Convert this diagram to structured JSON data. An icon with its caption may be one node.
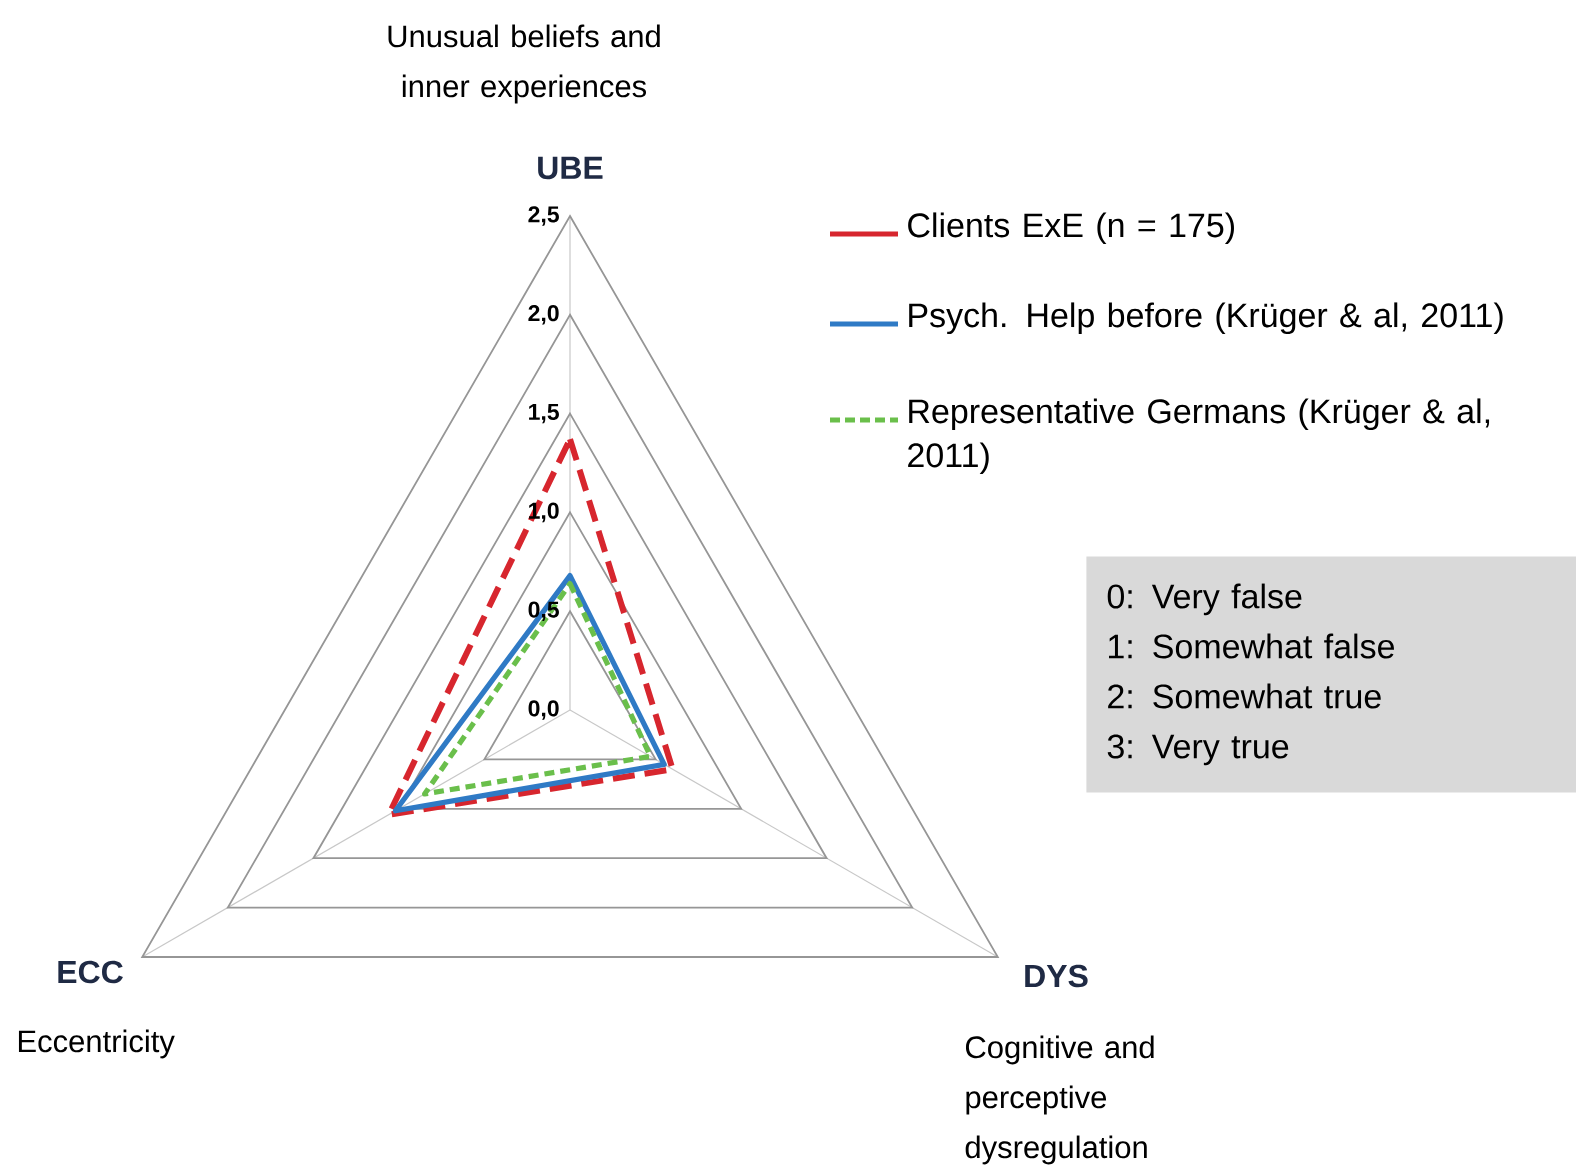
{
  "diagram": {
    "nodes": [
      {
        "text": [
          "0: Very false",
          "1: Somewhat false",
          "2: Somewhat true",
          "3: Very true"
        ]
      }
    ],
    "labels": [
      "Unusual beliefs and inner experiences",
      "Cognitive and perceptive dysregulation",
      "Eccentricity"
    ],
    "chart_data": {
      "type": "radar",
      "categories": [
        "UBE",
        "DYS",
        "ECC"
      ],
      "ylim": [
        0,
        2.5
      ],
      "legend": "right",
      "yticks": [
        {
          "value": 0,
          "label": "0,0"
        },
        {
          "value": 0.5,
          "label": "0,5"
        },
        {
          "value": 1.0,
          "label": "1,0"
        },
        {
          "value": 1.5,
          "label": "1,5"
        },
        {
          "value": 2.0,
          "label": "2,0"
        },
        {
          "value": 2.5,
          "label": "2,5"
        }
      ],
      "series": [
        {
          "name": "Clients ExE  (n = 175)",
          "color": "#d7262e",
          "values": [
            1.37,
            0.6,
            1.06
          ]
        },
        {
          "name": "Psych. Help before (Krüger & al, 2011)",
          "color": "#2f7ac5",
          "values": [
            0.68,
            0.55,
            1.02
          ]
        },
        {
          "name": "Representative Germans (Krüger & al, 2011)",
          "color": "#6abf4b",
          "values": [
            0.64,
            0.47,
            0.85
          ]
        }
      ]
    }
  }
}
